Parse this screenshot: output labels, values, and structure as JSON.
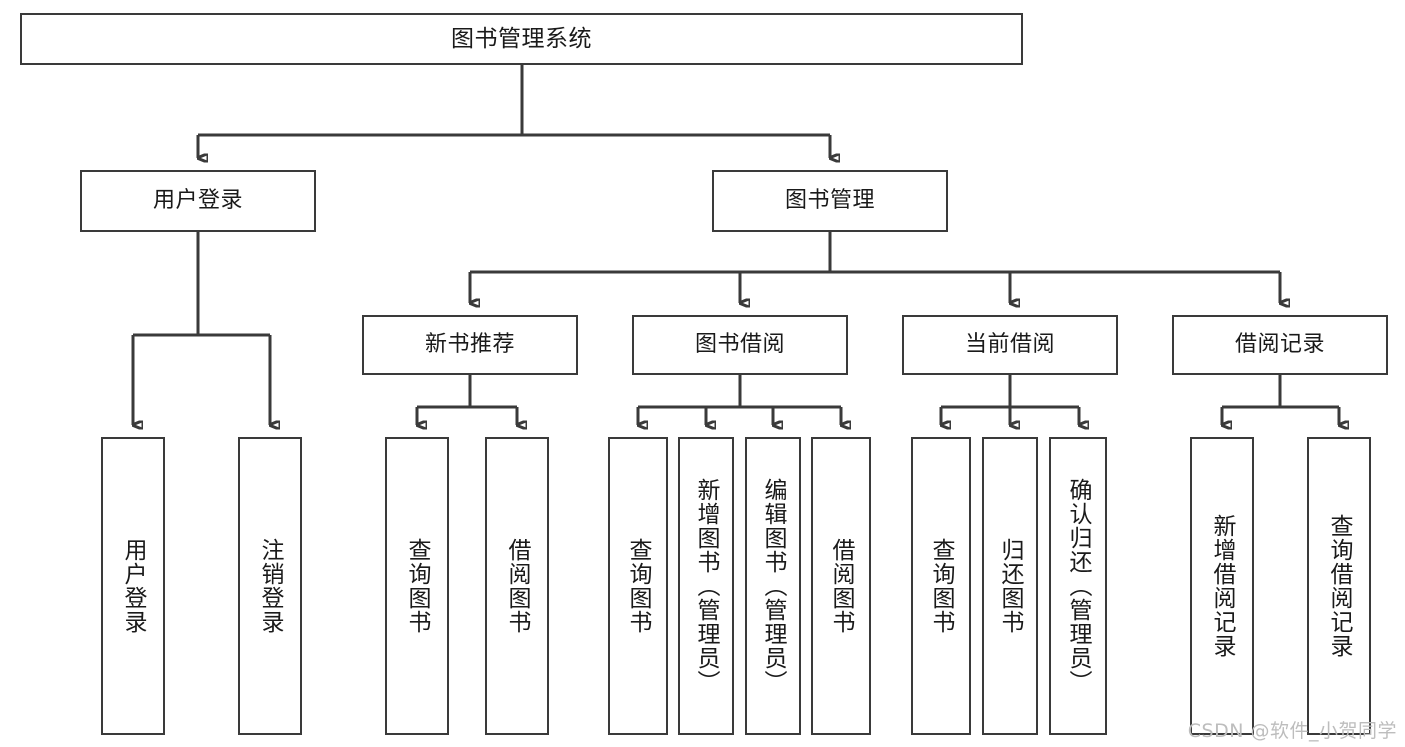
{
  "diagram": {
    "type": "tree-hierarchy-chart",
    "title": "图书管理系统",
    "watermark": "CSDN @软件_小贺同学",
    "colors": {
      "box_border": "#3a3a3a",
      "box_fill": "#ffffff",
      "text": "#1a1a1a",
      "background": "#ffffff",
      "watermark": "#bdbdbd"
    },
    "levels": {
      "root": {
        "label": "图书管理系统"
      },
      "level2": [
        {
          "label": "用户登录"
        },
        {
          "label": "图书管理"
        }
      ],
      "level3": [
        {
          "label": "新书推荐"
        },
        {
          "label": "图书借阅"
        },
        {
          "label": "当前借阅"
        },
        {
          "label": "借阅记录"
        }
      ],
      "leaves": {
        "user_login": [
          {
            "label": "用户登录"
          },
          {
            "label": "注销登录"
          }
        ],
        "new_book_recommend": [
          {
            "label": "查询图书"
          },
          {
            "label": "借阅图书"
          }
        ],
        "book_borrow": [
          {
            "label": "查询图书"
          },
          {
            "label": "新增图书（管理员）"
          },
          {
            "label": "编辑图书（管理员）"
          },
          {
            "label": "借阅图书"
          }
        ],
        "current_borrow": [
          {
            "label": "查询图书"
          },
          {
            "label": "归还图书"
          },
          {
            "label": "确认归还（管理员）"
          }
        ],
        "borrow_record": [
          {
            "label": "新增借阅记录"
          },
          {
            "label": "查询借阅记录"
          }
        ]
      }
    }
  }
}
